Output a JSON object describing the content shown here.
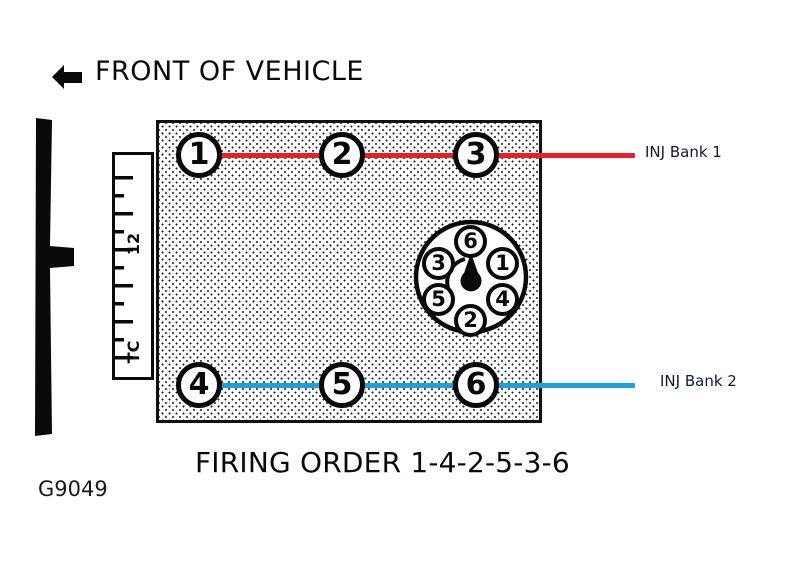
{
  "figure": {
    "code": "G9049",
    "orientation_label": "FRONT OF VEHICLE",
    "orientation_arrow_icon": "arrow-left-icon",
    "caption": "FIRING ORDER 1-4-2-5-3-6"
  },
  "engine": {
    "type": "V6",
    "block_label": "engine-block",
    "cylinders": [
      {
        "number": "1",
        "bank": "1",
        "row": "top",
        "position": "left"
      },
      {
        "number": "2",
        "bank": "1",
        "row": "top",
        "position": "center"
      },
      {
        "number": "3",
        "bank": "1",
        "row": "top",
        "position": "right"
      },
      {
        "number": "4",
        "bank": "2",
        "row": "bottom",
        "position": "left"
      },
      {
        "number": "5",
        "bank": "2",
        "row": "bottom",
        "position": "center"
      },
      {
        "number": "6",
        "bank": "2",
        "row": "bottom",
        "position": "right"
      }
    ]
  },
  "injector_banks": [
    {
      "label": "INJ Bank 1",
      "color": "#ee1c25",
      "cylinders": "1-2-3"
    },
    {
      "label": "INJ Bank 2",
      "color": "#1e9fe0",
      "cylinders": "4-5-6"
    }
  ],
  "distributor": {
    "rotor_icon": "rotor-pointer-icon",
    "terminals": [
      {
        "number": "6",
        "clock_position": "12"
      },
      {
        "number": "1",
        "clock_position": "2"
      },
      {
        "number": "4",
        "clock_position": "4"
      },
      {
        "number": "2",
        "clock_position": "6"
      },
      {
        "number": "5",
        "clock_position": "8"
      },
      {
        "number": "3",
        "clock_position": "10"
      }
    ]
  },
  "timing_scale": {
    "top_mark": "12",
    "bottom_mark": "TC",
    "pointer_icon": "timing-pointer-icon",
    "tick_count": 13
  }
}
